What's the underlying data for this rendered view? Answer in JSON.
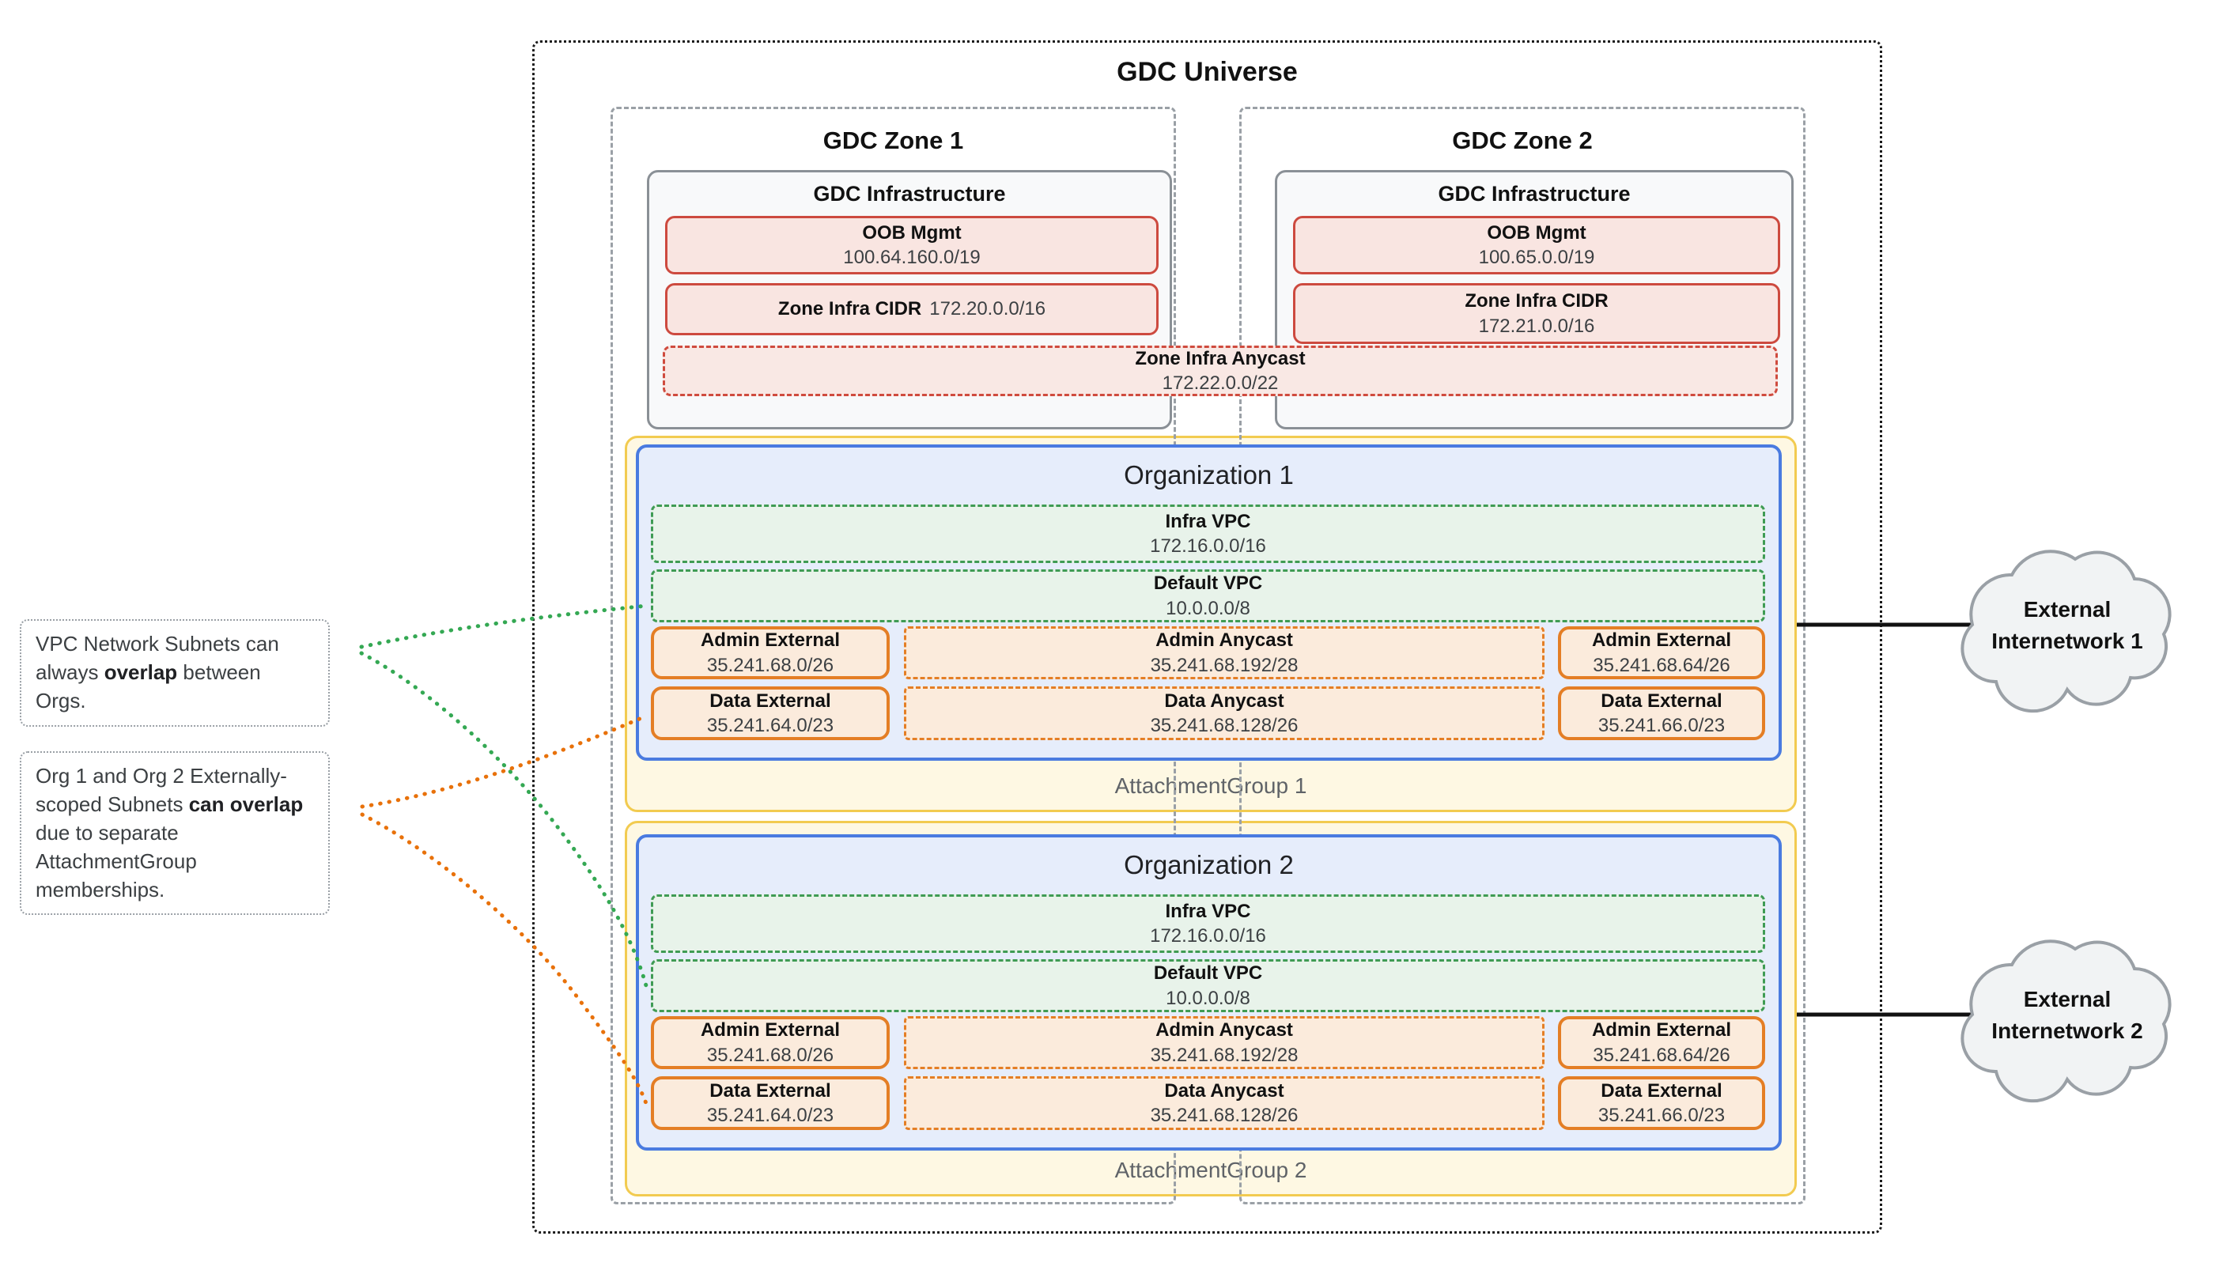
{
  "diagram": {
    "universe": {
      "title": "GDC Universe"
    },
    "zones": [
      {
        "title": "GDC Zone 1",
        "infrastructure": {
          "title": "GDC Infrastructure",
          "oob": {
            "label": "OOB Mgmt",
            "cidr": "100.64.160.0/19"
          },
          "zone_infra_cidr": {
            "label": "Zone Infra CIDR",
            "cidr": "172.20.0.0/16"
          }
        }
      },
      {
        "title": "GDC Zone 2",
        "infrastructure": {
          "title": "GDC Infrastructure",
          "oob": {
            "label": "OOB Mgmt",
            "cidr": "100.65.0.0/19"
          },
          "zone_infra_cidr": {
            "label": "Zone Infra CIDR",
            "cidr": "172.21.0.0/16"
          }
        }
      }
    ],
    "zone_infra_anycast": {
      "label": "Zone Infra Anycast",
      "cidr": "172.22.0.0/22"
    },
    "organizations": [
      {
        "title": "Organization 1",
        "infra_vpc": {
          "label": "Infra VPC",
          "cidr": "172.16.0.0/16"
        },
        "default_vpc": {
          "label": "Default VPC",
          "cidr": "10.0.0.0/8"
        },
        "admin_external_left": {
          "label": "Admin External",
          "cidr": "35.241.68.0/26"
        },
        "admin_anycast": {
          "label": "Admin Anycast",
          "cidr": "35.241.68.192/28"
        },
        "admin_external_right": {
          "label": "Admin External",
          "cidr": "35.241.68.64/26"
        },
        "data_external_left": {
          "label": "Data External",
          "cidr": "35.241.64.0/23"
        },
        "data_anycast": {
          "label": "Data Anycast",
          "cidr": "35.241.68.128/26"
        },
        "data_external_right": {
          "label": "Data External",
          "cidr": "35.241.66.0/23"
        },
        "attachment_group": "AttachmentGroup 1"
      },
      {
        "title": "Organization 2",
        "infra_vpc": {
          "label": "Infra VPC",
          "cidr": "172.16.0.0/16"
        },
        "default_vpc": {
          "label": "Default VPC",
          "cidr": "10.0.0.0/8"
        },
        "admin_external_left": {
          "label": "Admin External",
          "cidr": "35.241.68.0/26"
        },
        "admin_anycast": {
          "label": "Admin Anycast",
          "cidr": "35.241.68.192/28"
        },
        "admin_external_right": {
          "label": "Admin External",
          "cidr": "35.241.68.64/26"
        },
        "data_external_left": {
          "label": "Data External",
          "cidr": "35.241.64.0/23"
        },
        "data_anycast": {
          "label": "Data Anycast",
          "cidr": "35.241.68.128/26"
        },
        "data_external_right": {
          "label": "Data External",
          "cidr": "35.241.66.0/23"
        },
        "attachment_group": "AttachmentGroup 2"
      }
    ],
    "annotations": [
      {
        "text_before": "VPC Network Subnets can always ",
        "bold": "overlap",
        "text_after": " between Orgs."
      },
      {
        "text_before": "Org 1 and Org 2 Externally-scoped Subnets ",
        "bold": "can overlap",
        "text_after": " due to separate AttachmentGroup memberships."
      }
    ],
    "clouds": [
      {
        "line1": "External",
        "line2": "Internetwork 1"
      },
      {
        "line1": "External",
        "line2": "Internetwork 2"
      }
    ],
    "colors": {
      "red_border": "#cd4a3f",
      "red_fill": "#f9e5e1",
      "green_border": "#3f9b54",
      "green_fill": "#e8f3ea",
      "orange_border": "#e47e25",
      "orange_fill": "#fbebdc",
      "blue_border": "#4a7be0",
      "blue_fill": "#e6edfb",
      "yellow_border": "#f2cb50",
      "yellow_fill": "#fef8e3",
      "gray_border": "#9aa0a6",
      "infra_fill": "#f8f9fa",
      "cloud_fill": "#f1f3f4",
      "connector_green": "#34a853",
      "connector_orange": "#e8710a",
      "attachment_label": "#5f6368"
    }
  }
}
